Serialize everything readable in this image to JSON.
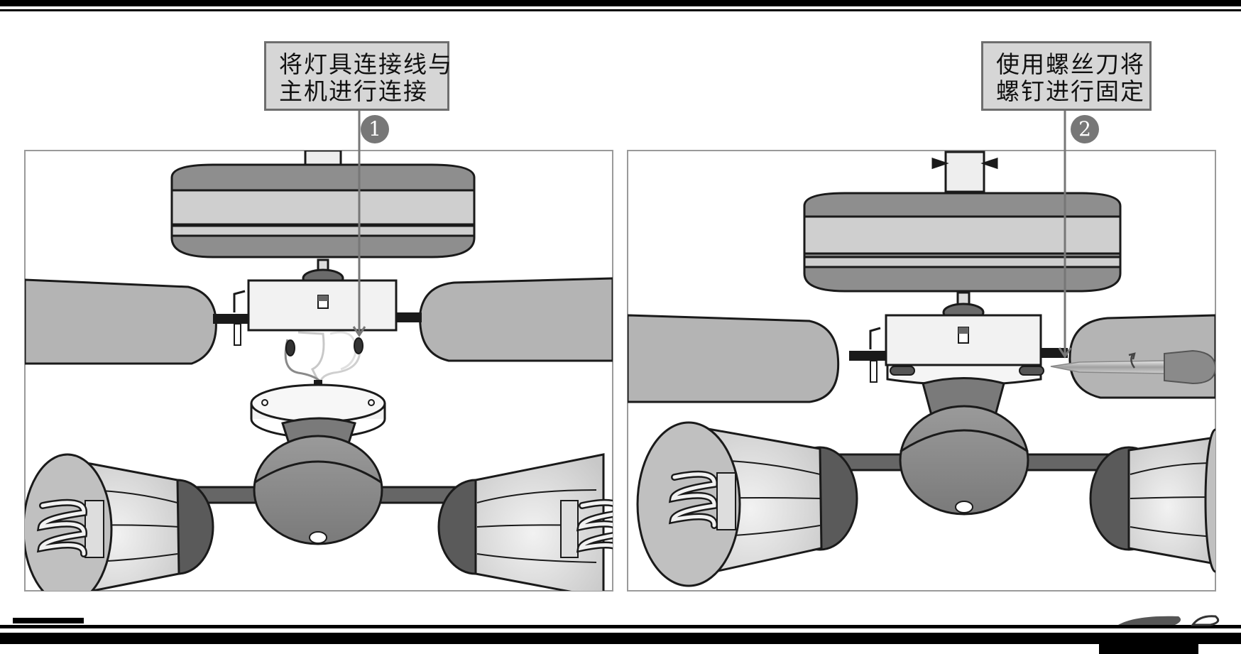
{
  "steps": [
    {
      "number": "1",
      "lines": [
        "将灯具连接线与",
        "主机进行连接"
      ]
    },
    {
      "number": "2",
      "lines": [
        "使用螺丝刀将",
        "螺钉进行固定"
      ]
    }
  ],
  "colors": {
    "callout_fill": "#d6d6d6",
    "callout_border": "#6e6e6e",
    "badge_fill": "#777777",
    "blade_fill": "#b4b4b4",
    "body_fill": "#8a8a8a",
    "line": "#1a1a1a"
  },
  "icons": [
    "ceiling-fan-icon",
    "screwdriver-icon",
    "light-bulb-icon"
  ]
}
